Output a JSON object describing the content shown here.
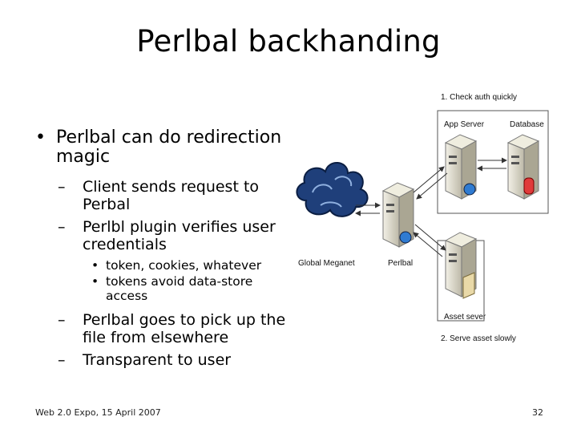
{
  "slide": {
    "title": "Perlbal backhanding",
    "bullets": {
      "main": "Perlbal can do redirection magic",
      "sub1": "Client sends request to Perbal",
      "sub2": "Perlbl plugin verifies user credentials",
      "sub2_items": [
        "token, cookies, whatever",
        "tokens avoid data-store access"
      ],
      "sub3": "Perlbal goes to pick up the file from elsewhere",
      "sub4": "Transparent to user"
    },
    "footer": {
      "event": "Web 2.0 Expo, 15 April 2007",
      "page_number": "32"
    }
  },
  "diagram": {
    "step1": "1. Check auth quickly",
    "step2": "2. Serve asset slowly",
    "nodes": {
      "app_server": "App Server",
      "database": "Database",
      "cloud": "Global Meganet",
      "perlbal": "Perlbal",
      "asset_server": "Asset sever"
    },
    "colors": {
      "cloud": "#1f3f7a",
      "server": "#d9d6c8",
      "globe": "#2f7bd1",
      "db_cylinder": "#e03a3a"
    },
    "icons": [
      "cloud-icon",
      "server-icon",
      "database-icon",
      "globe-icon",
      "file-icon"
    ]
  }
}
